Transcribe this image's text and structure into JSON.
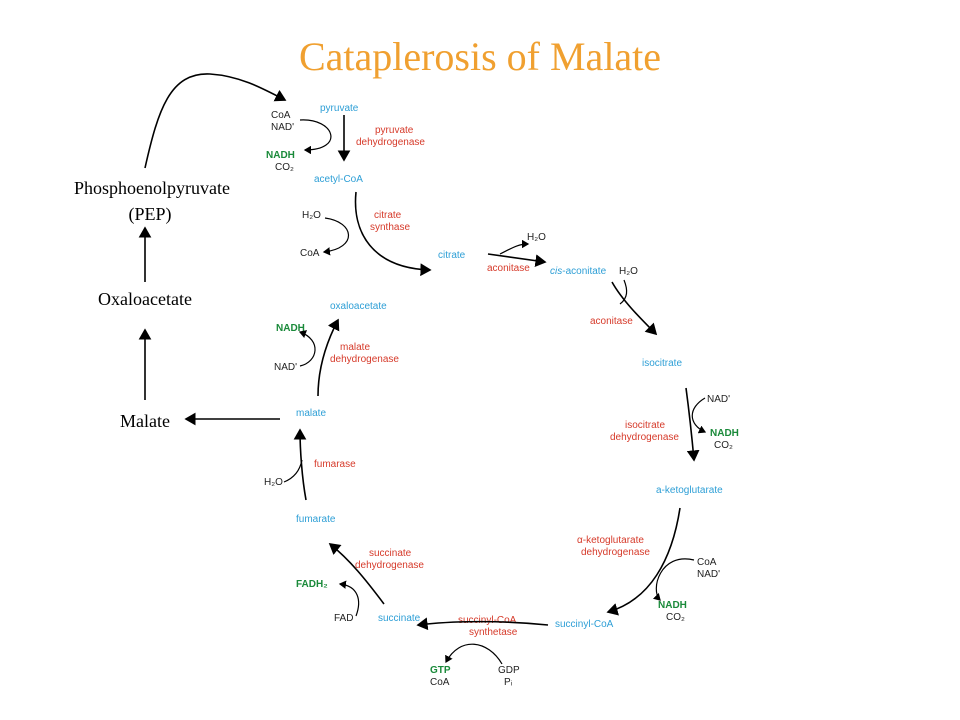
{
  "title": "Cataplerosis of Malate",
  "side_pathway": {
    "pep_line1": "Phosphoenolpyruvate",
    "pep_line2": "(PEP)",
    "oaa": "Oxaloacetate",
    "malate": "Malate"
  },
  "cycle": {
    "pyruvate": "pyruvate",
    "pdh_line1": "pyruvate",
    "pdh_line2": "dehydrogenase",
    "pdh_coa": "CoA",
    "pdh_nad": "NAD'",
    "pdh_nadh": "NADH",
    "pdh_co2": "CO₂",
    "acetylcoa": "acetyl-CoA",
    "cs_h2o": "H₂O",
    "cs_coa": "CoA",
    "cs_line1": "citrate",
    "cs_line2": "synthase",
    "citrate": "citrate",
    "aco1_h2o": "H₂O",
    "aco1": "aconitase",
    "cisaconitate_cis": "cis",
    "cisaconitate_rest": "-aconitate",
    "aco2_h2o": "H₂O",
    "aco2": "aconitase",
    "isocitrate": "isocitrate",
    "idh_nad": "NAD'",
    "idh_line1": "isocitrate",
    "idh_line2": "dehydrogenase",
    "idh_nadh": "NADH",
    "idh_co2": "CO₂",
    "akg": "a-ketoglutarate",
    "akgdh_line1": "α-ketoglutarate",
    "akgdh_line2": "dehydrogenase",
    "akgdh_coa": "CoA",
    "akgdh_nad": "NAD'",
    "akgdh_nadh": "NADH",
    "akgdh_co2": "CO₂",
    "succinylcoa": "succinyl-CoA",
    "scs_line1": "succinyl-CoA",
    "scs_line2": "synthetase",
    "scs_gtp": "GTP",
    "scs_coa": "CoA",
    "scs_gdp": "GDP",
    "scs_pi": "Pᵢ",
    "succinate": "succinate",
    "sdh_line1": "succinate",
    "sdh_line2": "dehydrogenase",
    "sdh_fadh2": "FADH₂",
    "sdh_fad": "FAD",
    "fumarate": "fumarate",
    "fum_enz": "fumarase",
    "fum_h2o": "H₂O",
    "malate": "malate",
    "mdh_nadh": "NADH",
    "mdh_nad": "NAD'",
    "mdh_line1": "malate",
    "mdh_line2": "dehydrogenase",
    "oxaloacetate": "oxaloacetate"
  },
  "colors": {
    "title": "#f0a030",
    "metabolite": "#2e9fd6",
    "enzyme": "#d63a2a",
    "energy_cofactor": "#1a8a3a"
  }
}
